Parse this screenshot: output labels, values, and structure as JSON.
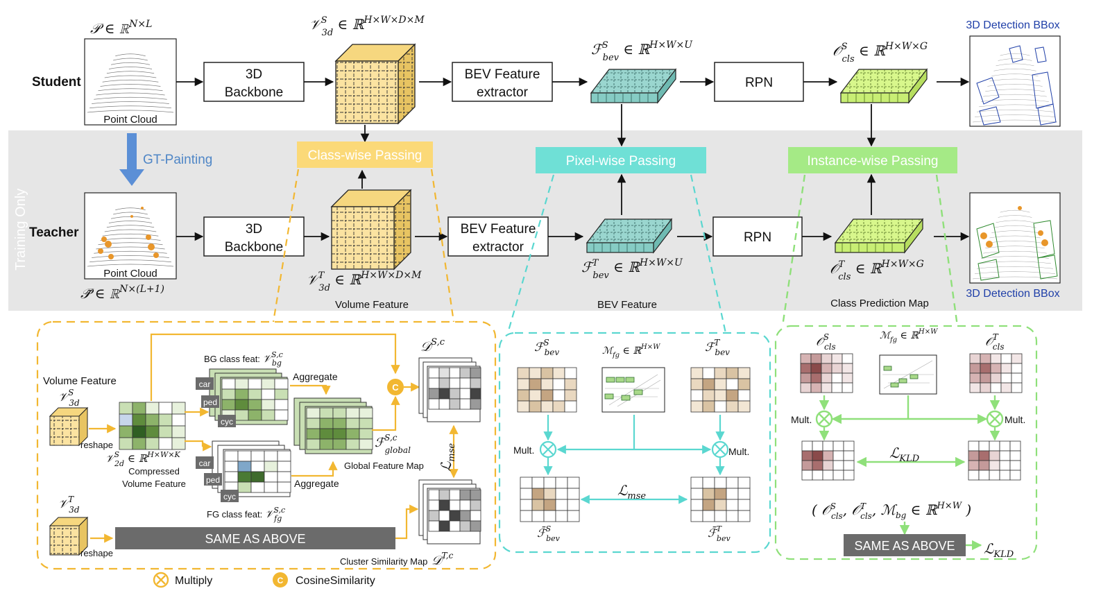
{
  "labels": {
    "student": "Student",
    "teacher": "Teacher",
    "training_only": "Training Only",
    "gt_painting": "GT-Painting",
    "point_cloud_student": "Point Cloud",
    "point_cloud_teacher": "Point Cloud",
    "backbone_student": [
      "3D",
      "Backbone"
    ],
    "backbone_teacher": [
      "3D",
      "Backbone"
    ],
    "bev_extractor_student": [
      "BEV Feature",
      "extractor"
    ],
    "bev_extractor_teacher": [
      "BEV Feature",
      "extractor"
    ],
    "rpn_student": "RPN",
    "rpn_teacher": "RPN",
    "detection_top": "3D Detection BBox",
    "detection_bottom": "3D Detection BBox",
    "class_wise_passing": "Class-wise Passing",
    "pixel_wise_passing": "Pixel-wise Passing",
    "instance_wise_passing": "Instance-wise Passing",
    "volume_feature": "Volume Feature",
    "bev_feature": "BEV Feature",
    "class_prediction_map": "Class Prediction Map"
  },
  "math": {
    "P": "𝒫 ∈ ℝ^{N×L}",
    "P_tilde": "𝒫̃ ∈ ℝ^{N×(L+1)}",
    "V3d_S": "𝒱^S_3d ∈ ℝ^{H×W×D×M}",
    "V3d_T": "𝒱^T_3d ∈ ℝ^{H×W×D×M}",
    "Fbev_S": "ℱ^S_bev ∈ ℝ^{H×W×U}",
    "Fbev_T": "ℱ^T_bev ∈ ℝ^{H×W×U}",
    "Ocls_S": "𝒪^S_cls ∈ ℝ^{H×W×G}",
    "Ocls_T": "𝒪^T_cls ∈ ℝ^{H×W×G}"
  },
  "class_panel": {
    "volume_feature": "Volume Feature",
    "v3d_s": "𝒱^S_3d",
    "v3d_t": "𝒱^T_3d",
    "reshape_top": "reshape",
    "reshape_bottom": "reshape",
    "v2d": "𝒱^S_2d ∈ ℝ^{H×W×K}",
    "compressed": [
      "Compressed",
      "Volume Feature"
    ],
    "bg_class_feat": "BG class feat: 𝒱^{S,c}_bg",
    "fg_class_feat": "FG class feat: 𝒱^{S,c}_fg",
    "tags": [
      "car",
      "ped",
      "cyc"
    ],
    "aggregate_top": "Aggregate",
    "aggregate_bottom": "Aggregate",
    "f_global": "ℱ^{S,c}_global",
    "global_feature_map": "Global Feature Map",
    "d_s": "𝒟^{S,c}",
    "d_t": "𝒟^{T,c}",
    "l_mse": "ℒ_mse",
    "same_as_above": "SAME AS ABOVE",
    "cluster_similarity_map": "Cluster Similarity Map",
    "cosine_symbol": "C"
  },
  "pixel_panel": {
    "f_s": "ℱ^S_bev",
    "f_t": "ℱ^T_bev",
    "m_fg": "ℳ_fg ∈ ℝ^{H×W}",
    "mult_left": "Mult.",
    "mult_right": "Mult.",
    "l_mse": "ℒ_mse",
    "fbar_s": "ℱ̄^S_bev",
    "fbar_t": "ℱ̄^T_bev"
  },
  "instance_panel": {
    "o_s": "𝒪^S_cls",
    "o_t": "𝒪^T_cls",
    "m_fg": "ℳ_fg ∈ ℝ^{H×W}",
    "mult_left": "Mult.",
    "mult_right": "Mult.",
    "l_kld": "ℒ_KLD",
    "tuple": "( 𝒪^S_cls, 𝒪^T_cls, ℳ_bg ∈ ℝ^{H×W} )",
    "same_as_above": "SAME AS ABOVE",
    "l_kld_out": "ℒ_KLD"
  },
  "legend": {
    "multiply": "Multiply",
    "cosine": "CosineSimilarity"
  },
  "colors": {
    "yellow": "#f2b731",
    "teal": "#5ad7d0",
    "green": "#8fe07a",
    "volume_fill": "#fbe3a1",
    "bev_fill": "#9ad6cf",
    "cls_fill": "#d8f78c",
    "band": "#e6e6e6",
    "same_as_above": "#6b6b6b",
    "detection_blue": "#1f3fa8"
  },
  "grid_colors": {
    "bg_green": [
      "#ffffff",
      "#e7f1dc",
      "#ffffff",
      "#e7f1dc",
      "#ffffff",
      "#c9dfb4",
      "#8db36a",
      "#c9dfb4",
      "#ffffff",
      "#c9dfb4",
      "#8db36a",
      "#5f8c3d",
      "#8db36a",
      "#e7f1dc",
      "#ffffff",
      "#e7f1dc",
      "#c9dfb4",
      "#8db36a",
      "#c9dfb4",
      "#ffffff"
    ],
    "compressed": [
      "#c9dfb4",
      "#8db36a",
      "#e7f1dc",
      "#ffffff",
      "#e7f1dc",
      "#c7d6ec",
      "#5f8c3d",
      "#8db36a",
      "#c9dfb4",
      "#ffffff",
      "#8db36a",
      "#2f5f22",
      "#5f8c3d",
      "#c9dfb4",
      "#e7f1dc",
      "#c9dfb4",
      "#8db36a",
      "#c9dfb4",
      "#ffffff",
      "#e7f1dc"
    ],
    "fg": [
      "#ffffff",
      "#ffffff",
      "#ffffff",
      "#ffffff",
      "#ffffff",
      "#ffffff",
      "#7fa7c9",
      "#ffffff",
      "#e7f1dc",
      "#ffffff",
      "#ffffff",
      "#4a7a34",
      "#3f6b2c",
      "#ffffff",
      "#ffffff",
      "#ffffff",
      "#c9dfb4",
      "#ffffff",
      "#ffffff",
      "#ffffff"
    ],
    "global": [
      "#e7f1dc",
      "#c9dfb4",
      "#c9dfb4",
      "#e7f1dc",
      "#e7f1dc",
      "#c9dfb4",
      "#8db36a",
      "#8db36a",
      "#c9dfb4",
      "#c9dfb4",
      "#8db36a",
      "#5f8c3d",
      "#5f8c3d",
      "#8db36a",
      "#c9dfb4",
      "#c9dfb4",
      "#8db36a",
      "#8db36a",
      "#c9dfb4",
      "#e7f1dc"
    ],
    "dsim_s": [
      "#ffffff",
      "#e0e0e0",
      "#ffffff",
      "#c8c8c8",
      "#9a9a9a",
      "#ffffff",
      "#c8c8c8",
      "#ffffff",
      "#ffffff",
      "#c8c8c8",
      "#9a9a9a",
      "#444444",
      "#c8c8c8",
      "#ffffff",
      "#444444",
      "#ffffff",
      "#ffffff",
      "#c8c8c8",
      "#ffffff",
      "#9a9a9a"
    ],
    "dsim_t": [
      "#ffffff",
      "#c8c8c8",
      "#ffffff",
      "#9a9a9a",
      "#9a9a9a",
      "#ffffff",
      "#444444",
      "#ffffff",
      "#ffffff",
      "#c8c8c8",
      "#c8c8c8",
      "#ffffff",
      "#444444",
      "#9a9a9a",
      "#ffffff",
      "#ffffff",
      "#444444",
      "#ffffff",
      "#c8c8c8",
      "#9a9a9a"
    ],
    "bev_s": [
      "#e9d8c0",
      "#f2e6d4",
      "#d9c3a3",
      "#f2e6d4",
      "#ffffff",
      "#f2e6d4",
      "#c4a582",
      "#f2e6d4",
      "#ffffff",
      "#e9d8c0",
      "#d9c3a3",
      "#f2e6d4",
      "#c4a582",
      "#ffffff",
      "#e9d8c0",
      "#f2e6d4",
      "#d9c3a3",
      "#f2e6d4",
      "#e9d8c0",
      "#ffffff"
    ],
    "bev_t": [
      "#f2e6d4",
      "#ffffff",
      "#e9d8c0",
      "#d9c3a3",
      "#f2e6d4",
      "#e9d8c0",
      "#c4a582",
      "#f2e6d4",
      "#ffffff",
      "#d9c3a3",
      "#ffffff",
      "#e9d8c0",
      "#f2e6d4",
      "#c4a582",
      "#ffffff",
      "#f2e6d4",
      "#d9c3a3",
      "#ffffff",
      "#e9d8c0",
      "#f2e6d4"
    ],
    "bev_bar_s": [
      "#ffffff",
      "#ffffff",
      "#ffffff",
      "#ffffff",
      "#ffffff",
      "#ffffff",
      "#c4a582",
      "#e9d8c0",
      "#ffffff",
      "#ffffff",
      "#ffffff",
      "#d9c3a3",
      "#c4a582",
      "#ffffff",
      "#ffffff",
      "#ffffff",
      "#ffffff",
      "#ffffff",
      "#ffffff",
      "#ffffff"
    ],
    "bev_bar_t": [
      "#ffffff",
      "#ffffff",
      "#ffffff",
      "#ffffff",
      "#ffffff",
      "#ffffff",
      "#d9c3a3",
      "#c4a582",
      "#ffffff",
      "#ffffff",
      "#ffffff",
      "#c4a582",
      "#e9d8c0",
      "#ffffff",
      "#ffffff",
      "#ffffff",
      "#ffffff",
      "#ffffff",
      "#ffffff",
      "#ffffff"
    ],
    "cls_s": [
      "#d6b3b3",
      "#c49a9a",
      "#e8d4d4",
      "#f2e6e6",
      "#ffffff",
      "#a86e6e",
      "#8a4a4a",
      "#d6b3b3",
      "#e8d4d4",
      "#f2e6e6",
      "#c49a9a",
      "#a86e6e",
      "#e8d4d4",
      "#ffffff",
      "#f2e6e6",
      "#e8d4d4",
      "#d6b3b3",
      "#f2e6e6",
      "#ffffff",
      "#ffffff"
    ],
    "cls_t": [
      "#e8d4d4",
      "#d6b3b3",
      "#f2e6e6",
      "#ffffff",
      "#f2e6e6",
      "#c49a9a",
      "#a86e6e",
      "#d6b3b3",
      "#f2e6e6",
      "#ffffff",
      "#d6b3b3",
      "#c49a9a",
      "#e8d4d4",
      "#ffffff",
      "#ffffff",
      "#f2e6e6",
      "#e8d4d4",
      "#ffffff",
      "#f2e6e6",
      "#ffffff"
    ],
    "cls_bar_s": [
      "#ffffff",
      "#ffffff",
      "#ffffff",
      "#ffffff",
      "#ffffff",
      "#a86e6e",
      "#8a4a4a",
      "#d6b3b3",
      "#ffffff",
      "#ffffff",
      "#c49a9a",
      "#a86e6e",
      "#e8d4d4",
      "#ffffff",
      "#ffffff",
      "#ffffff",
      "#ffffff",
      "#ffffff",
      "#ffffff",
      "#ffffff"
    ],
    "cls_bar_t": [
      "#ffffff",
      "#ffffff",
      "#ffffff",
      "#ffffff",
      "#ffffff",
      "#c49a9a",
      "#a86e6e",
      "#e8d4d4",
      "#ffffff",
      "#ffffff",
      "#d6b3b3",
      "#c49a9a",
      "#f2e6e6",
      "#ffffff",
      "#ffffff",
      "#ffffff",
      "#ffffff",
      "#ffffff",
      "#ffffff",
      "#ffffff"
    ]
  }
}
